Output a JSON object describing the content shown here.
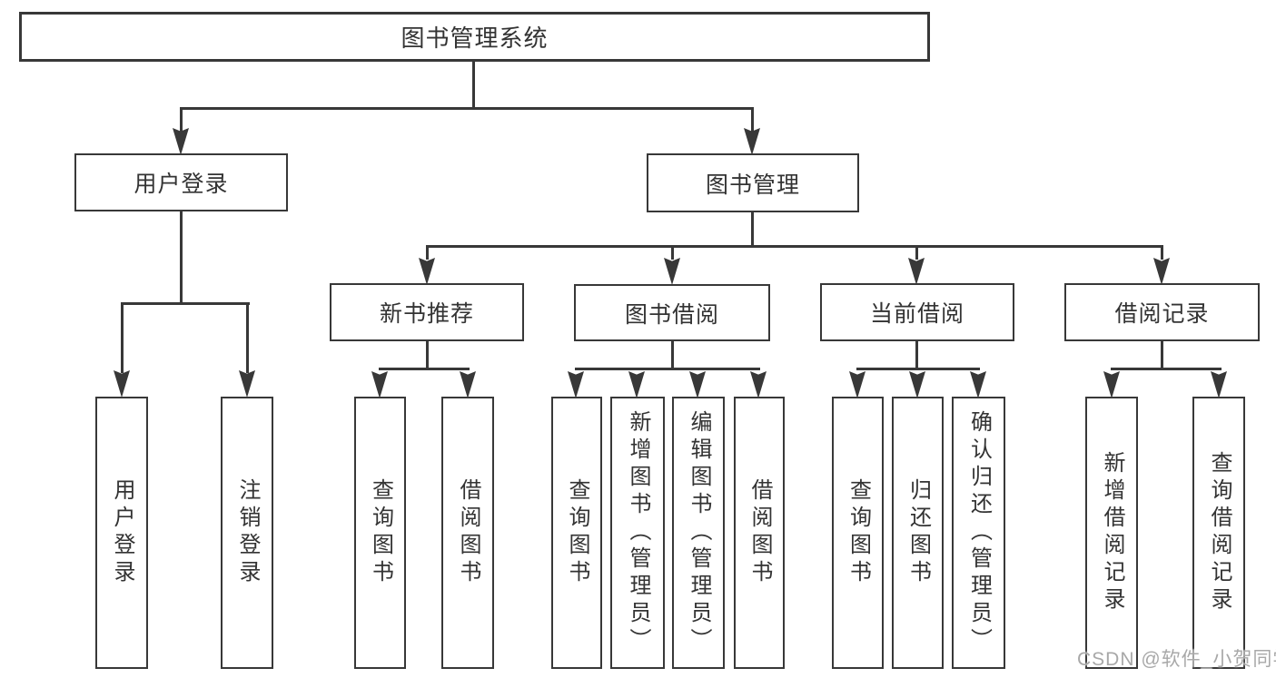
{
  "tree": {
    "root": "图书管理系统",
    "user": {
      "label": "用户登录",
      "children": [
        "用户登录",
        "注销登录"
      ]
    },
    "management": {
      "label": "图书管理",
      "sections": [
        {
          "label": "新书推荐",
          "children": [
            "查询图书",
            "借阅图书"
          ]
        },
        {
          "label": "图书借阅",
          "children": [
            "查询图书",
            "新增图书（管理员）",
            "编辑图书（管理员）",
            "借阅图书"
          ]
        },
        {
          "label": "当前借阅",
          "children": [
            "查询图书",
            "归还图书",
            "确认归还（管理员）"
          ]
        },
        {
          "label": "借阅记录",
          "children": [
            "新增借阅记录",
            "查询借阅记录"
          ]
        }
      ]
    }
  },
  "watermark": {
    "text": "CSDN @软件_小贺同学"
  },
  "colors": {
    "line": "#383838",
    "text": "#333333",
    "watermark": "#a8a8a8",
    "background": "#ffffff"
  }
}
